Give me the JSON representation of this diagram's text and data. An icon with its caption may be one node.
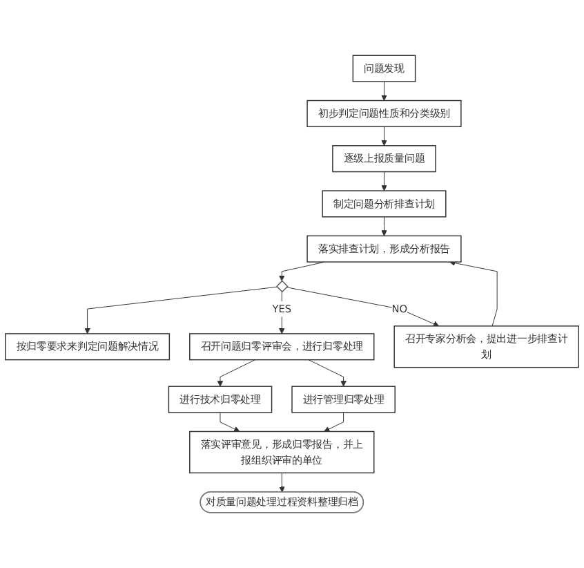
{
  "diagram": {
    "nodes": [
      {
        "text": [
          "问题发现"
        ]
      },
      {
        "text": [
          "初步判定问题性质和分类级别"
        ]
      },
      {
        "text": [
          "逐级上报质量问题"
        ]
      },
      {
        "text": [
          "制定问题分析排查计划"
        ]
      },
      {
        "text": [
          "落实排查计划，形成分析报告"
        ]
      },
      {
        "text": [
          "按归零要求来判定问题解决情况"
        ]
      },
      {
        "text": [],
        "shape": "diamond"
      },
      {
        "text": [
          "召开专家分析会，提出进一步排查计划"
        ]
      },
      {
        "text": [
          "召开问题归零评审会，进行归零处理"
        ]
      },
      {
        "text": [
          "进行技术归零处理"
        ]
      },
      {
        "text": [
          "进行管理归零处理"
        ]
      },
      {
        "text": [
          "落实评审意见，形成归零报告，并上报组织评审的单位"
        ]
      },
      {
        "text": [
          "对质量问题处理过程资料整理归档"
        ]
      }
    ],
    "edges": [
      {
        "from": 0,
        "to": 1,
        "arrow": "to"
      },
      {
        "from": 1,
        "to": 2,
        "arrow": "to"
      },
      {
        "from": 2,
        "to": 3,
        "arrow": "to"
      },
      {
        "from": 3,
        "to": 4,
        "arrow": "to"
      },
      {
        "from": 4,
        "to": 6,
        "arrow": "to"
      },
      {
        "from": 6,
        "to": 5,
        "arrow": "to"
      },
      {
        "from": 6,
        "to": 8,
        "arrow": "to",
        "label": "YES"
      },
      {
        "from": 6,
        "to": 7,
        "arrow": "to",
        "label": "NO"
      },
      {
        "from": 7,
        "to": 4,
        "arrow": "to"
      },
      {
        "from": 8,
        "to": 9,
        "arrow": "to"
      },
      {
        "from": 8,
        "to": 10,
        "arrow": "to"
      },
      {
        "from": 9,
        "to": 11,
        "arrow": "to"
      },
      {
        "from": 10,
        "to": 11,
        "arrow": "to"
      },
      {
        "from": 11,
        "to": 12,
        "arrow": "to"
      }
    ]
  }
}
